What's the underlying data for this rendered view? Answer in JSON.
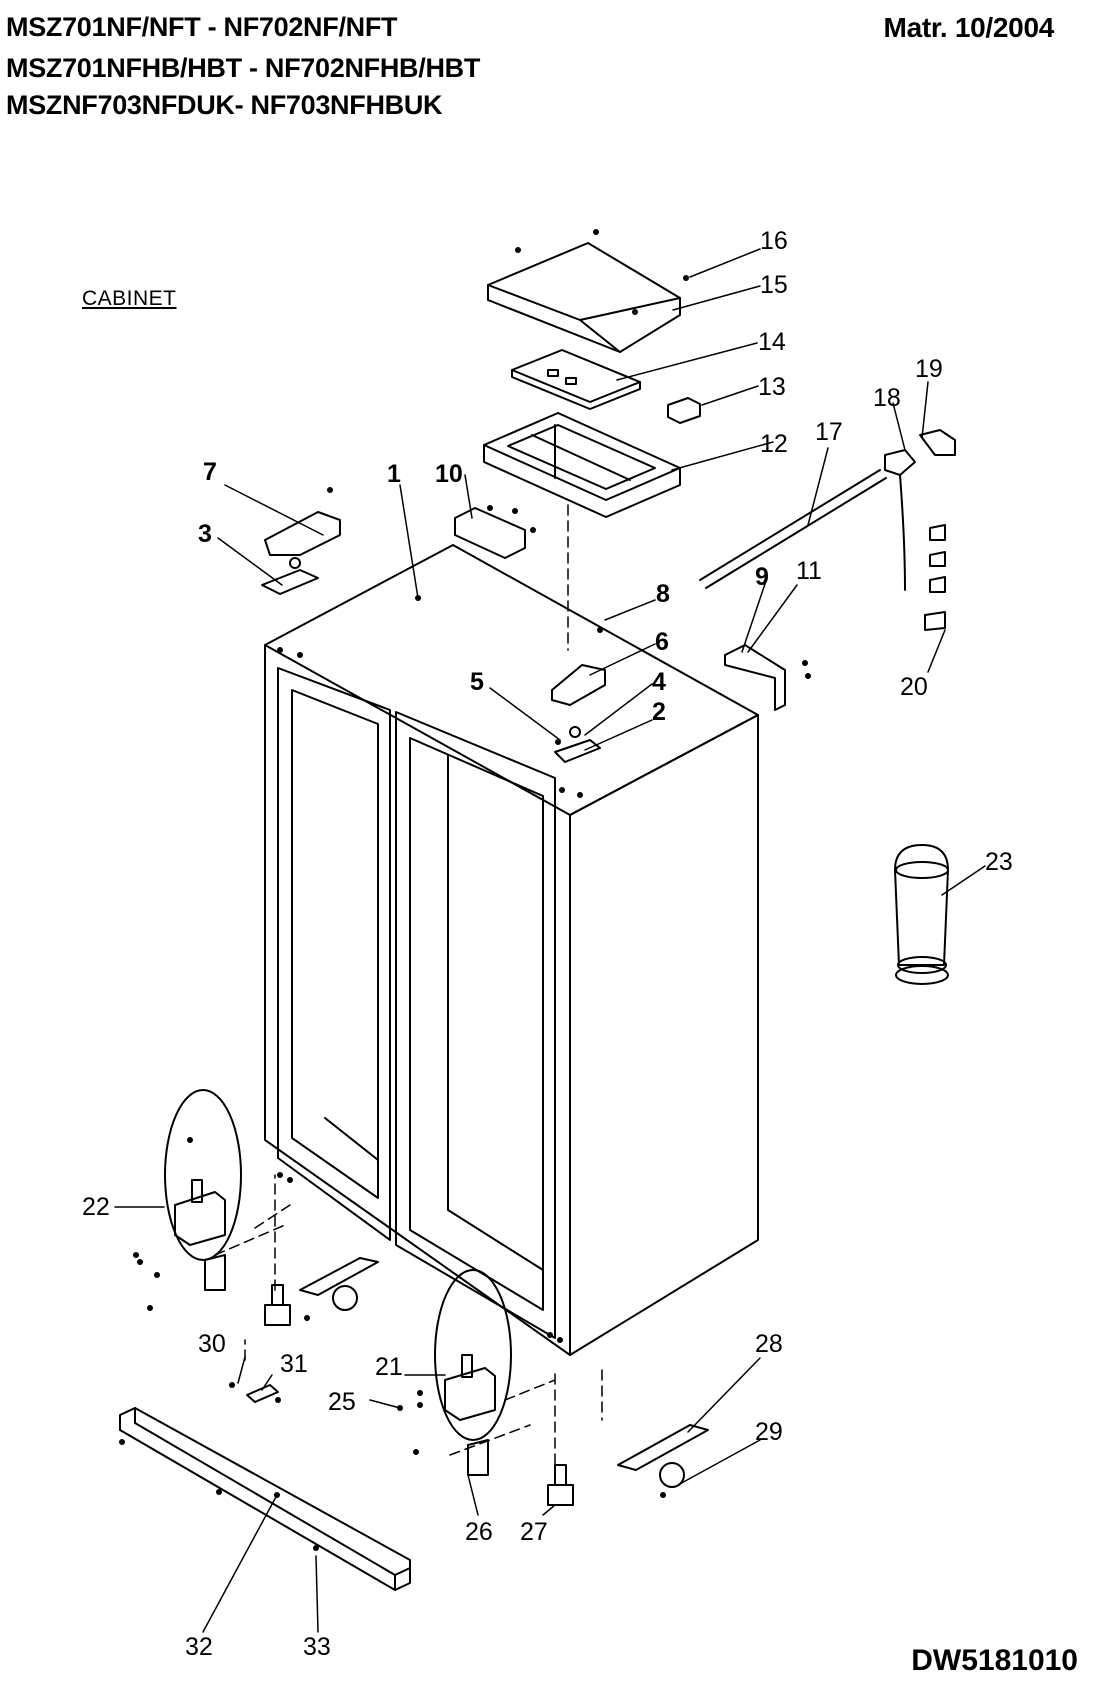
{
  "header": {
    "models_line1": "MSZ701NF/NFT - NF702NF/NFT",
    "models_line2": "MSZ701NFHB/HBT - NF702NFHB/HBT",
    "models_line3": "MSZNF703NFDUK- NF703NFHBUK",
    "date": "Matr. 10/2004"
  },
  "section_title": "CABINET",
  "document_code": "DW5181010",
  "callouts": [
    "1",
    "2",
    "3",
    "4",
    "5",
    "6",
    "7",
    "8",
    "9",
    "10",
    "11",
    "12",
    "13",
    "14",
    "15",
    "16",
    "17",
    "18",
    "19",
    "20",
    "21",
    "22",
    "23",
    "25",
    "26",
    "27",
    "28",
    "29",
    "30",
    "31",
    "32",
    "33"
  ]
}
